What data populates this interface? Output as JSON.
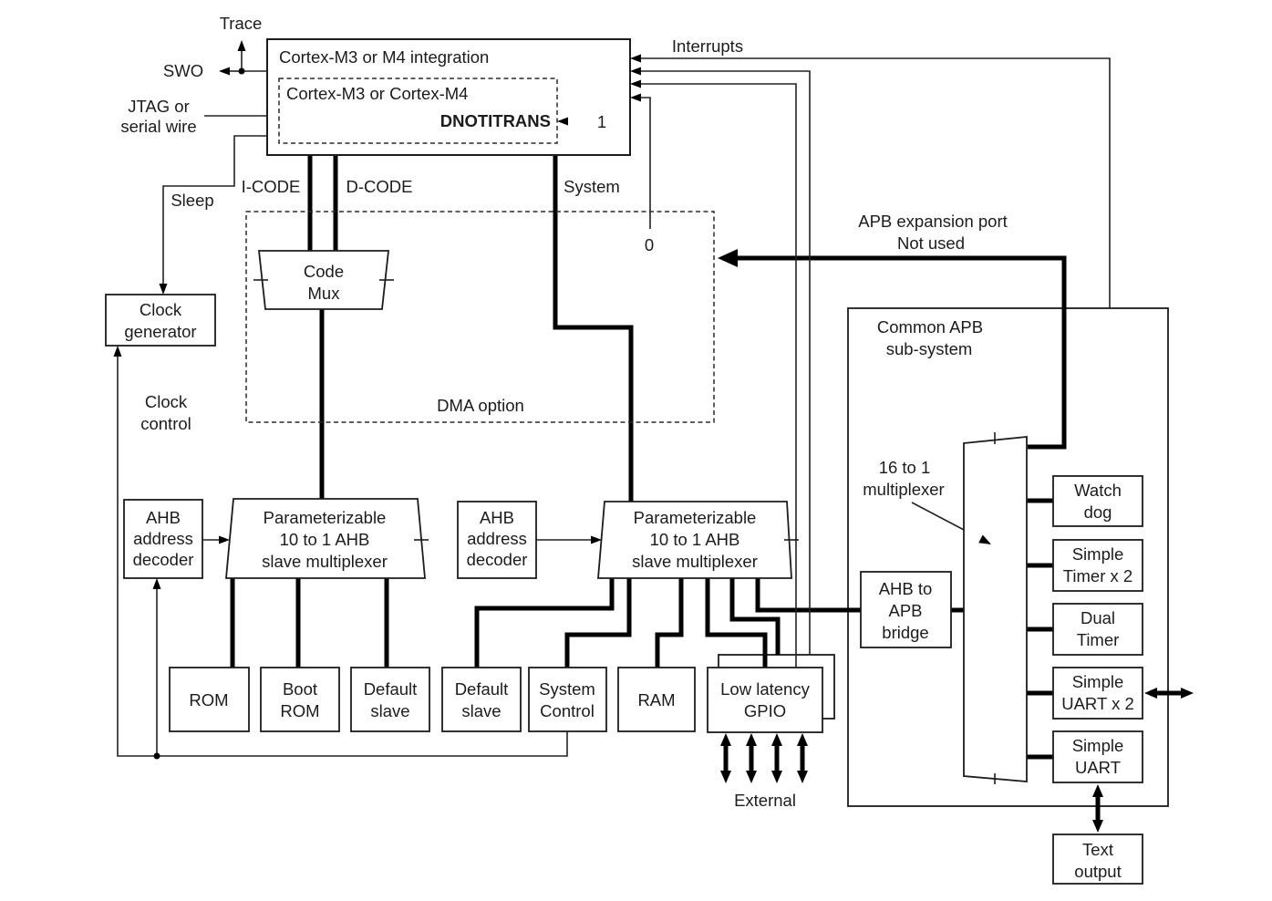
{
  "labels": {
    "trace": "Trace",
    "swo": "SWO",
    "jtag1": "JTAG or",
    "jtag2": "serial wire",
    "sleep": "Sleep",
    "interrupts": "Interrupts",
    "icode": "I-CODE",
    "dcode": "D-CODE",
    "system": "System",
    "zero": "0",
    "one": "1",
    "dma_option": "DMA option",
    "apb_exp1": "APB expansion port",
    "apb_exp2": "Not used",
    "clock_ctl1": "Clock",
    "clock_ctl2": "control",
    "mux16_1": "16 to 1",
    "mux16_2": "multiplexer",
    "external": "External"
  },
  "nodes": {
    "cortex": {
      "title": "Cortex-M3 or M4 integration",
      "core": "Cortex-M3 or Cortex-M4",
      "signal": "DNOTITRANS"
    },
    "clockgen": {
      "l1": "Clock",
      "l2": "generator"
    },
    "codemux": {
      "l1": "Code",
      "l2": "Mux"
    },
    "decoder_left": {
      "l1": "AHB",
      "l2": "address",
      "l3": "decoder"
    },
    "decoder_right": {
      "l1": "AHB",
      "l2": "address",
      "l3": "decoder"
    },
    "mux_left": {
      "l1": "Parameterizable",
      "l2": "10 to 1 AHB",
      "l3": "slave multiplexer"
    },
    "mux_right": {
      "l1": "Parameterizable",
      "l2": "10 to 1 AHB",
      "l3": "slave multiplexer"
    },
    "rom": {
      "l1": "ROM"
    },
    "bootrom": {
      "l1": "Boot",
      "l2": "ROM"
    },
    "defslave_left": {
      "l1": "Default",
      "l2": "slave"
    },
    "defslave_right": {
      "l1": "Default",
      "l2": "slave"
    },
    "sysctl": {
      "l1": "System",
      "l2": "Control"
    },
    "ram": {
      "l1": "RAM"
    },
    "gpio": {
      "l1": "Low latency",
      "l2": "GPIO"
    },
    "common_apb": {
      "l1": "Common APB",
      "l2": "sub-system"
    },
    "bridge": {
      "l1": "AHB to",
      "l2": "APB",
      "l3": "bridge"
    },
    "watchdog": {
      "l1": "Watch",
      "l2": "dog"
    },
    "timer": {
      "l1": "Simple",
      "l2": "Timer x 2"
    },
    "dualtimer": {
      "l1": "Dual",
      "l2": "Timer"
    },
    "uartx2": {
      "l1": "Simple",
      "l2": "UART x 2"
    },
    "uart": {
      "l1": "Simple",
      "l2": "UART"
    },
    "textout": {
      "l1": "Text",
      "l2": "output"
    }
  },
  "colors": {
    "line": "#1c1c1c",
    "bus": "#000000",
    "background": "#ffffff",
    "box_fill": "#ffffff"
  }
}
